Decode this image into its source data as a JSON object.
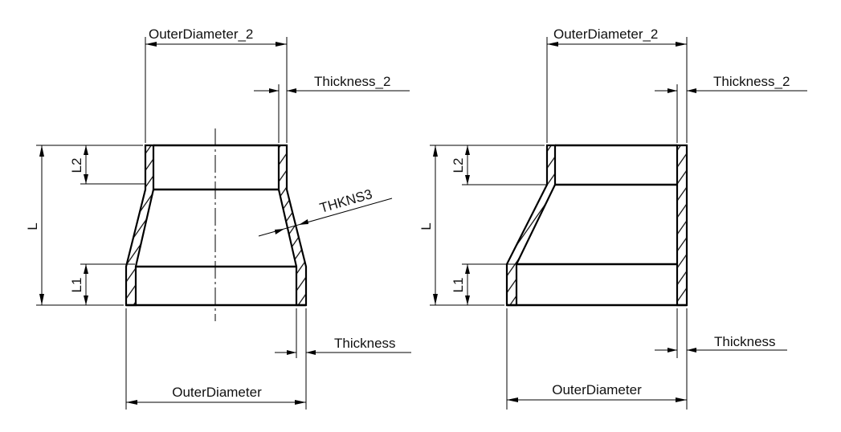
{
  "left_view": {
    "outer_diameter_2": "OuterDiameter_2",
    "thickness_2": "Thickness_2",
    "thkns3": "THKNS3",
    "length": "L",
    "l1": "L1",
    "l2": "L2",
    "thickness": "Thickness",
    "outer_diameter": "OuterDiameter"
  },
  "right_view": {
    "outer_diameter_2": "OuterDiameter_2",
    "thickness_2": "Thickness_2",
    "length": "L",
    "l1": "L1",
    "l2": "L2",
    "thickness": "Thickness",
    "outer_diameter": "OuterDiameter"
  }
}
